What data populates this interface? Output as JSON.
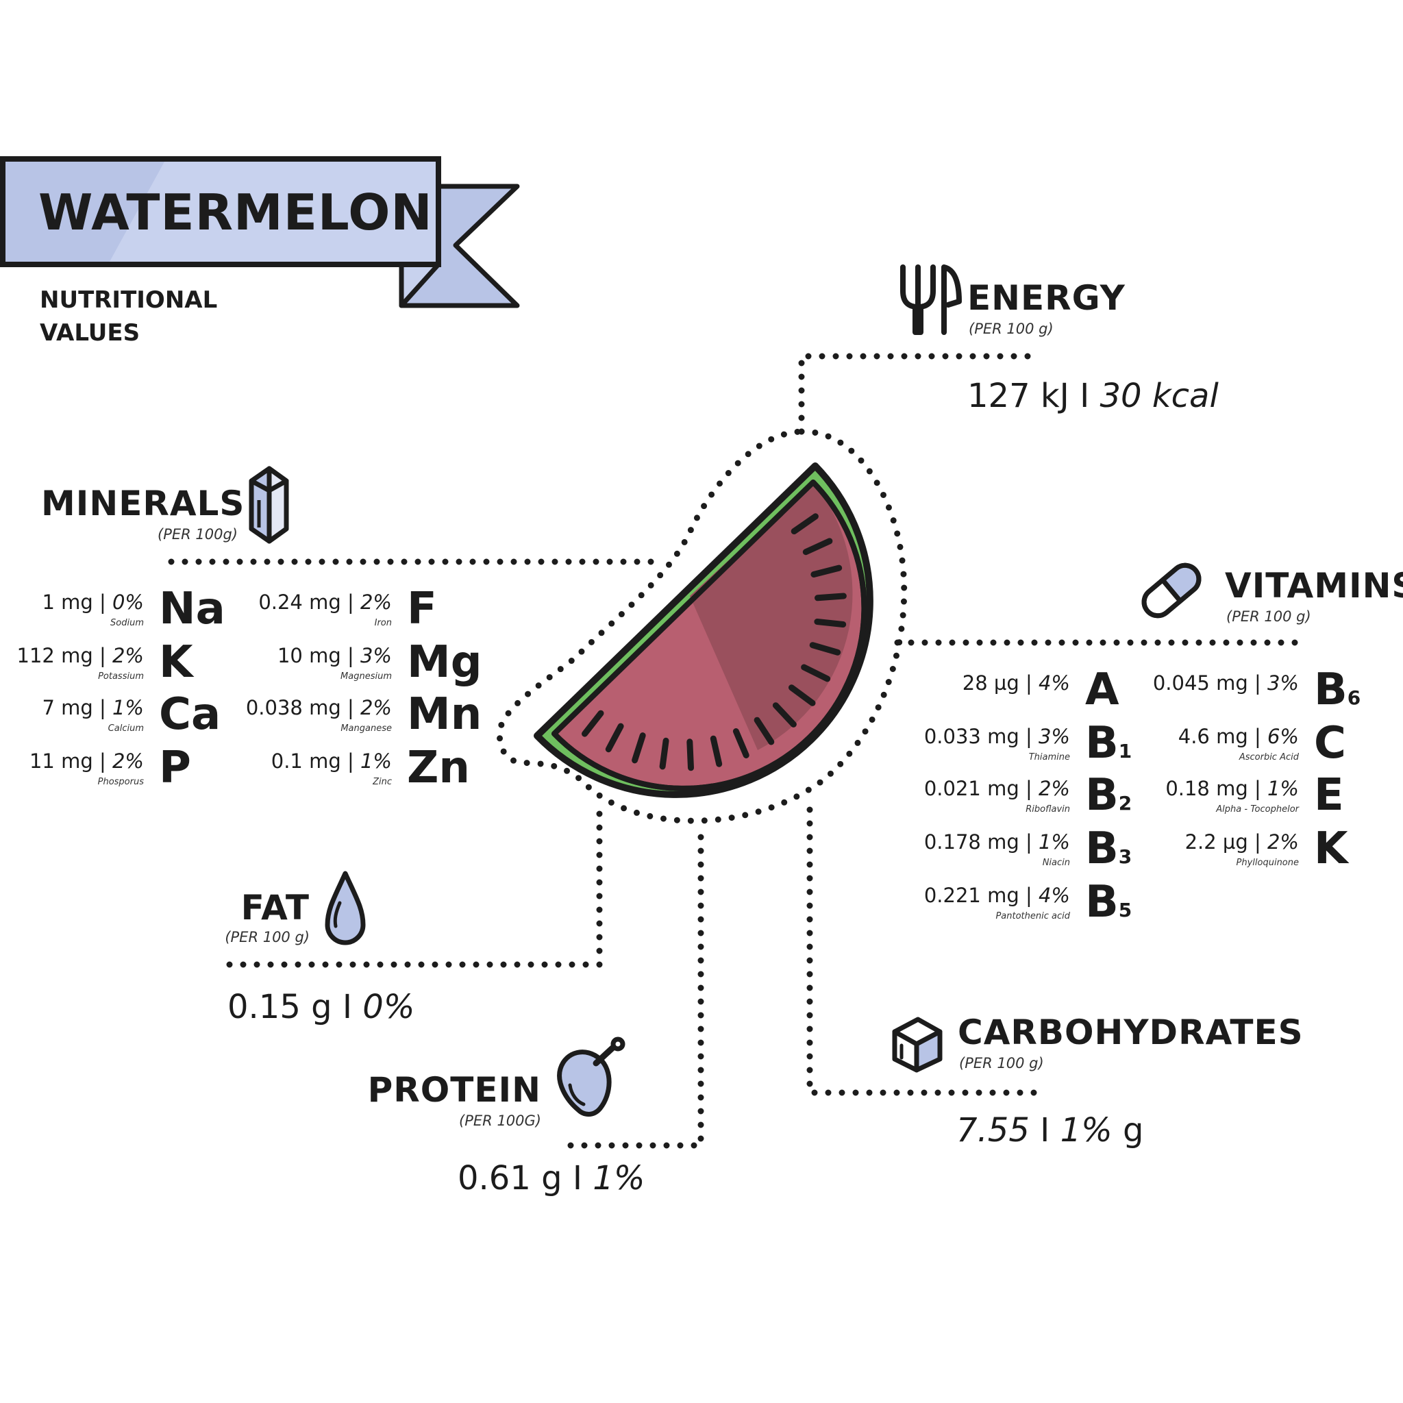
{
  "header": {
    "title": "WATERMELON",
    "subtitle_line1": "NUTRITIONAL",
    "subtitle_line2": "VALUES"
  },
  "energy": {
    "title": "ENERGY",
    "per": "(PER 100 g)",
    "kj": "127 kJ",
    "sep": "I",
    "kcal": "30 kcal"
  },
  "minerals": {
    "title": "MINERALS",
    "per": "(PER 100g)",
    "items": [
      {
        "amount": "1 mg",
        "pct": "0%",
        "name": "Sodium",
        "symbol": "Na"
      },
      {
        "amount": "112 mg",
        "pct": "2%",
        "name": "Potassium",
        "symbol": "K"
      },
      {
        "amount": "7 mg",
        "pct": "1%",
        "name": "Calcium",
        "symbol": "Ca"
      },
      {
        "amount": "11 mg",
        "pct": "2%",
        "name": "Phosporus",
        "symbol": "P"
      },
      {
        "amount": "0.24 mg",
        "pct": "2%",
        "name": "Iron",
        "symbol": "F"
      },
      {
        "amount": "10 mg",
        "pct": "3%",
        "name": "Magnesium",
        "symbol": "Mg"
      },
      {
        "amount": "0.038 mg",
        "pct": "2%",
        "name": "Manganese",
        "symbol": "Mn"
      },
      {
        "amount": "0.1 mg",
        "pct": "1%",
        "name": "Zinc",
        "symbol": "Zn"
      }
    ]
  },
  "vitamins": {
    "title": "VITAMINS",
    "per": "(PER 100 g)",
    "items": [
      {
        "amount": "28 µg",
        "pct": "4%",
        "name": "",
        "letter": "A",
        "sub": ""
      },
      {
        "amount": "0.033 mg",
        "pct": "3%",
        "name": "Thiamine",
        "letter": "B",
        "sub": "1"
      },
      {
        "amount": "0.021 mg",
        "pct": "2%",
        "name": "Riboflavin",
        "letter": "B",
        "sub": "2"
      },
      {
        "amount": "0.178 mg",
        "pct": "1%",
        "name": "Niacin",
        "letter": "B",
        "sub": "3"
      },
      {
        "amount": "0.221 mg",
        "pct": "4%",
        "name": "Pantothenic acid",
        "letter": "B",
        "sub": "5"
      },
      {
        "amount": "0.045 mg",
        "pct": "3%",
        "name": "",
        "letter": "B",
        "sub": "6"
      },
      {
        "amount": "4.6 mg",
        "pct": "6%",
        "name": "Ascorbic Acid",
        "letter": "C",
        "sub": ""
      },
      {
        "amount": "0.18 mg",
        "pct": "1%",
        "name": "Alpha - Tocophelor",
        "letter": "E",
        "sub": ""
      },
      {
        "amount": "2.2 µg",
        "pct": "2%",
        "name": "Phylloquinone",
        "letter": "K",
        "sub": ""
      }
    ]
  },
  "fat": {
    "title": "FAT",
    "per": "(PER 100 g)",
    "amount": "0.15 g",
    "sep": "I",
    "pct": "0%"
  },
  "protein": {
    "title": "PROTEIN",
    "per": "(PER 100G)",
    "amount": "0.61 g",
    "sep": "I",
    "pct": "1%"
  },
  "carbohydrates": {
    "title": "CARBOHYDRATES",
    "per": "(PER 100 g)",
    "amount": "7.55",
    "sep": "I",
    "pct": "1%",
    "unit": "g"
  },
  "icons": {
    "energy": "fork-knife-icon",
    "minerals": "crystal-icon",
    "vitamins": "pill-icon",
    "fat": "drop-icon",
    "protein": "drumstick-icon",
    "carbohydrates": "sugar-cube-icon",
    "fruit": "watermelon-slice-icon"
  },
  "colors": {
    "accent": "#b8c4e6",
    "accent_light": "#c8d2ee",
    "flesh": "#b85f70",
    "flesh_dark": "#9a505d",
    "rind": "#6fbf5f",
    "ink": "#1c1c1c"
  }
}
